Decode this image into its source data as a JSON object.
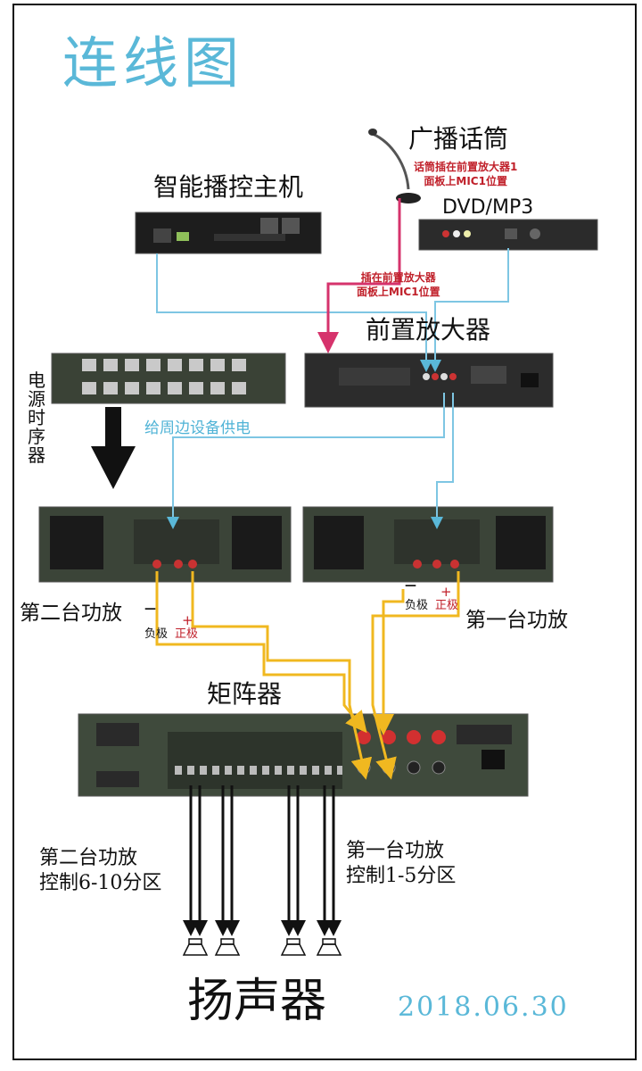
{
  "title": "连线图",
  "devices": {
    "host": "智能播控主机",
    "mic": "广播话筒",
    "dvd": "DVD/MP3",
    "preamp": "前置放大器",
    "sequencer": "电源时序器",
    "matrix": "矩阵器",
    "speaker": "扬声器"
  },
  "notes": {
    "mic_line1": "话筒插在前置放大器1",
    "mic_line2": "面板上MIC1位置",
    "host_line1": "插在前置放大器",
    "host_line2": "面板上MIC1位置",
    "power": "给周边设备供电"
  },
  "amps": {
    "second": "第二台功放",
    "first": "第一台功放",
    "negative": "负极",
    "positive": "正极",
    "plus": "+",
    "minus": "—"
  },
  "zones": {
    "second_line1": "第二台功放",
    "second_line2": "控制6-10分区",
    "first_line1": "第一台功放",
    "first_line2": "控制1-5分区"
  },
  "date": "2018.06.30",
  "colors": {
    "title": "#5ab8d8",
    "signal": "#7ec6e3",
    "mic": "#d6336c",
    "speaker_wire": "#f0b820",
    "note_red": "#c0202a"
  }
}
